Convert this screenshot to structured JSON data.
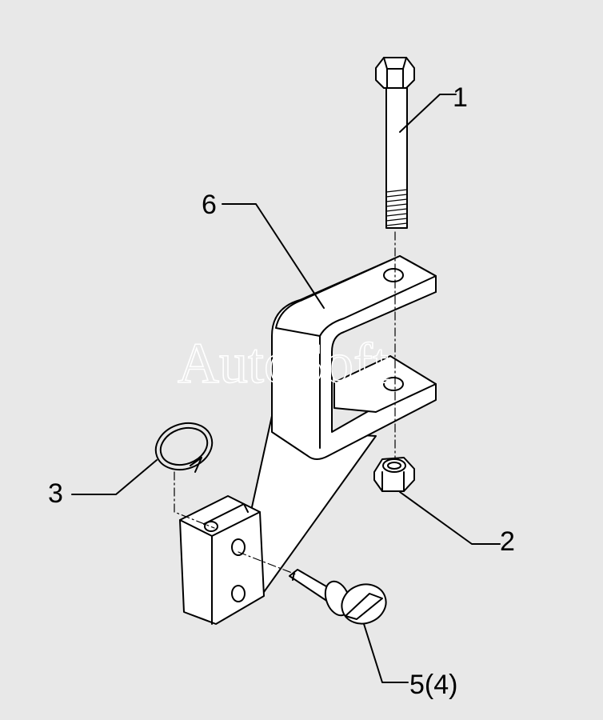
{
  "diagram": {
    "watermark": "AutoSoft",
    "callouts": [
      {
        "id": "1",
        "label": "1"
      },
      {
        "id": "2",
        "label": "2"
      },
      {
        "id": "3",
        "label": "3"
      },
      {
        "id": "5",
        "label": "5(4)"
      },
      {
        "id": "6",
        "label": "6"
      }
    ]
  },
  "colors": {
    "background": "#e8e8e8",
    "part_fill": "#ffffff",
    "line": "#000000"
  }
}
